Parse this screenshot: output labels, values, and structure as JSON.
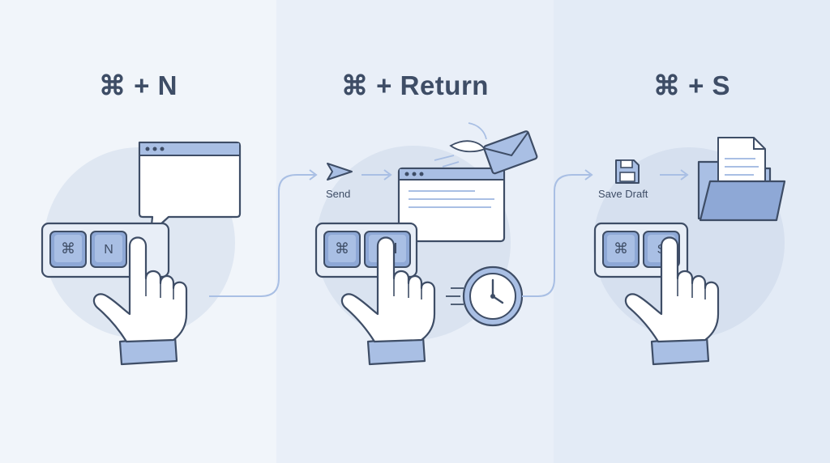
{
  "steps": [
    {
      "shortcut": "⌘ + N",
      "key_symbol": "⌘",
      "key_letter": "N"
    },
    {
      "shortcut": "⌘ + Return",
      "key_symbol": "⌘",
      "action_label": "Send"
    },
    {
      "shortcut": "⌘ + S",
      "key_symbol": "⌘",
      "key_letter": "S",
      "action_label": "Save Draft"
    }
  ],
  "colors": {
    "ink": "#3e4d66",
    "key_fill": "#8ea8d6",
    "accent_blue": "#a9bfe4",
    "pale_circle": "#dfe7f2"
  },
  "icons": [
    "command-key-icon",
    "n-key-icon",
    "return-key-icon",
    "s-key-icon",
    "pointing-hand-icon",
    "new-window-icon",
    "paper-plane-icon",
    "flying-envelope-icon",
    "clock-icon",
    "floppy-disk-icon",
    "document-folder-icon",
    "arrow-icon"
  ]
}
